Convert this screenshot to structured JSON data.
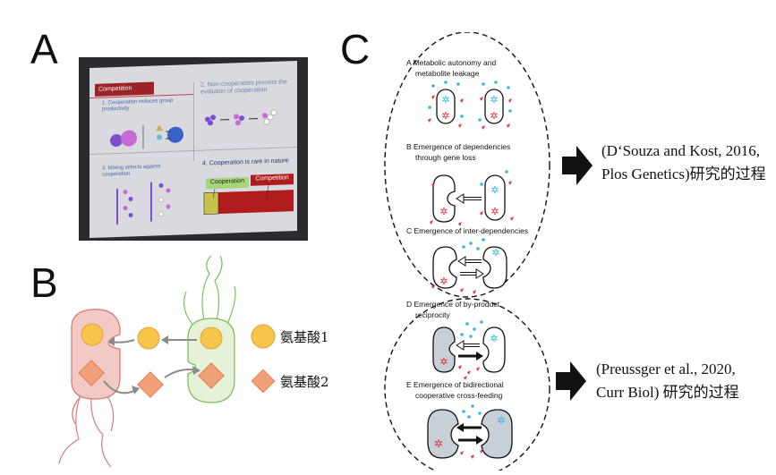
{
  "panels": {
    "a": "A",
    "b": "B",
    "c": "C"
  },
  "slide": {
    "header": "Competition",
    "q1": "1. Cooperation reduces group productivity",
    "q2": "2. Non-cooperators prevent the evolution of cooperation",
    "q3": "3. Mixing selects against cooperation",
    "q4": "4. Cooperation is rare in nature",
    "cooperation_label": "Cooperation",
    "competition_label": "Competition"
  },
  "panel_b": {
    "amino1": "氨基酸1",
    "amino2": "氨基酸2"
  },
  "panel_c": {
    "stage_a_line1": "A   Metabolic autonomy and",
    "stage_a_line2": "metabolite leakage",
    "stage_b_line1": "B   Emergence of dependencies",
    "stage_b_line2": "through gene loss",
    "stage_c": "C   Emergence of inter-dependencies",
    "stage_d_line1": "D   Emergence of by-product",
    "stage_d_line2": "reciprocity",
    "stage_e_line1": "E   Emergence of bidirectional",
    "stage_e_line2": "cooperative cross-feeding"
  },
  "citations": {
    "top_line1": "(D‘Souza and Kost, 2016,",
    "top_line2": "Plos Genetics)研究的过程",
    "bottom_line1": "(Preussger et al., 2020,",
    "bottom_line2": "Curr Biol) 研究的过程"
  },
  "colors": {
    "red_cell": "#f2c9c4",
    "green_cell": "#e6f2d8",
    "amino_yellow": "#f7c54a",
    "amino_orange": "#f2a07a",
    "dot_cyan": "#3ab6e6",
    "dot_red": "#e0303a"
  }
}
